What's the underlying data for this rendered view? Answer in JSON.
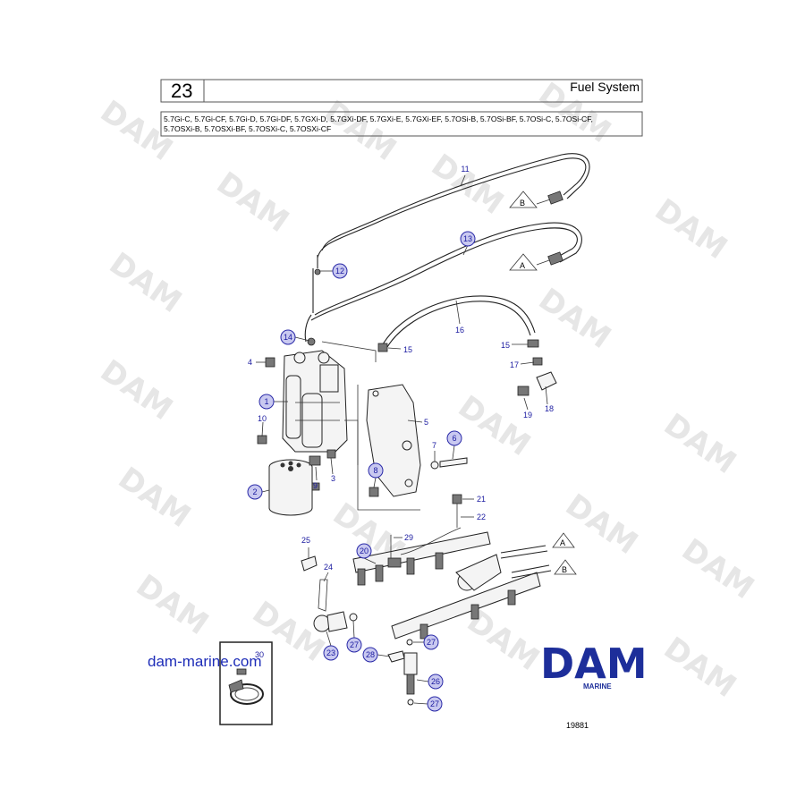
{
  "header": {
    "page_number": "23",
    "title": "Fuel System",
    "models_line1": "5.7Gi-C, 5.7Gi-CF, 5.7Gi-D, 5.7Gi-DF, 5.7GXi-D, 5.7GXi-DF, 5.7GXi-E, 5.7GXi-EF, 5.7OSi-B, 5.7OSi-BF, 5.7OSi-C, 5.7OSi-CF,",
    "models_line2": "5.7OSXi-B, 5.7OSXi-BF, 5.7OSXi-C, 5.7OSXi-CF"
  },
  "callouts": {
    "c1": "1",
    "c2": "2",
    "c3": "3",
    "c4": "4",
    "c5": "5",
    "c6": "6",
    "c7": "7",
    "c8": "8",
    "c9": "9",
    "c10": "10",
    "c11": "11",
    "c12": "12",
    "c13": "13",
    "c14": "14",
    "c15a": "15",
    "c15b": "15",
    "c16": "16",
    "c17": "17",
    "c18": "18",
    "c19": "19",
    "c20": "20",
    "c21": "21",
    "c22": "22",
    "c23": "23",
    "c24": "24",
    "c25": "25",
    "c26": "26",
    "c27a": "27",
    "c27b": "27",
    "c27c": "27",
    "c28": "28",
    "c29": "29",
    "c30": "30"
  },
  "connectors": {
    "b_top": "B",
    "a_top": "A",
    "a_rail": "A",
    "b_rail": "B"
  },
  "watermark_text": "DAM",
  "site_url": "dam-marine.com",
  "logo": {
    "text": "DAM",
    "sub": "MARINE",
    "color": "#1d2e9a"
  },
  "reference_number": "19881",
  "colors": {
    "callout_fill": "#c9c9f0",
    "callout_text": "#1a1aa0"
  }
}
